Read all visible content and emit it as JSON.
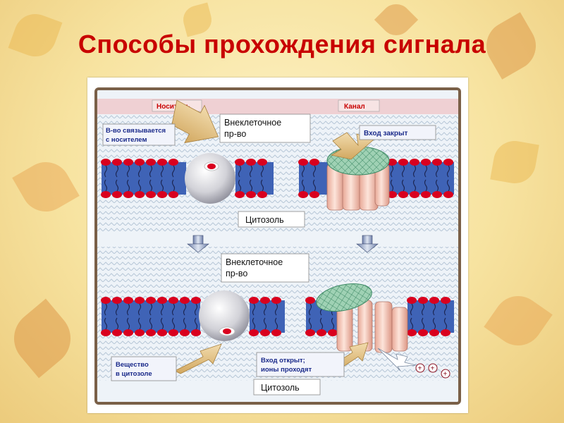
{
  "slide": {
    "title": "Способы прохождения сигнала"
  },
  "diagram": {
    "carrier_header": "Носитель",
    "channel_header": "Канал",
    "top": {
      "extracellular_line1": "Внеклеточное",
      "extracellular_line2": "пр-во",
      "binding_line1": "В-во связывается",
      "binding_line2": "с носителем",
      "entrance_closed": "Вход закрыт",
      "cytosol": "Цитозоль"
    },
    "bottom": {
      "extracellular_line1": "Внеклеточное",
      "extracellular_line2": "пр-во",
      "substance_line1": "Вещество",
      "substance_line2": "в цитозоле",
      "entrance_open_line1": "Вход открыт;",
      "entrance_open_line2": "ионы проходят",
      "cytosol": "Цитозоль",
      "ions": [
        "+",
        "+",
        "+"
      ]
    },
    "colors": {
      "membrane_blue": "#3f63b6",
      "lipid_head_red": "#d9001e",
      "channel_pink": "#f4c7b8",
      "gate_green": "#8fc8a8",
      "label_red": "#c80000",
      "label_navy": "#1a2a8a",
      "header_bar_pink": "#efd0d3",
      "arrow_tan": "#e8c98c"
    }
  }
}
